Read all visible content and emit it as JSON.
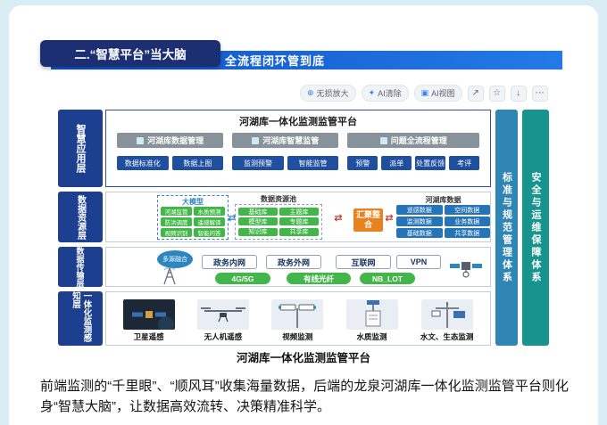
{
  "header": {
    "badge": "二.“智慧平台”当大脑",
    "banner": "全流程闭环管到底"
  },
  "toolbar": {
    "buttons": [
      "无损放大",
      "AI清除",
      "AI视图"
    ],
    "icon_names": [
      "share-icon",
      "favorite-icon",
      "download-icon",
      "more-icon"
    ]
  },
  "diagram": {
    "title": "河湖库一体化监测监管平台",
    "layers": [
      "智慧应用层",
      "数据资源层",
      "数据传输层",
      "一体化监测感知层"
    ],
    "side_bars": [
      "标准与规范管理体系",
      "安全与运维保障体系"
    ],
    "application": {
      "groups": [
        {
          "header": "河湖库数据管理",
          "buttons": [
            "数据标准化",
            "数据上图"
          ]
        },
        {
          "header": "河湖库智慧监管",
          "buttons": [
            "监测预警",
            "智能监管"
          ]
        },
        {
          "header": "问题全流程管理",
          "buttons": [
            "预警",
            "派单",
            "处置反馈",
            "考评"
          ]
        }
      ]
    },
    "resource": {
      "model_title": "大模型",
      "model_items": [
        "河湖监管",
        "水质预测",
        "防洪调度",
        "遥感解译",
        "视频识别",
        "智能问答"
      ],
      "pool_title": "数据资源池",
      "pool_items": [
        "基础库",
        "主题库",
        "模型库",
        "专题库",
        "知识库",
        "共享库"
      ],
      "merge": "汇聚整合",
      "data_title": "河湖库数据",
      "data_items": [
        "遥感数据",
        "空间数据",
        "监测数据",
        "业务数据",
        "基础数据",
        "共享数据"
      ]
    },
    "transmission": {
      "cloud": "多源融合",
      "networks": [
        "政务内网",
        "政务外网",
        "互联网",
        "VPN"
      ],
      "links": [
        "4G/5G",
        "有线光纤",
        "NB_LOT"
      ]
    },
    "perception": {
      "items": [
        "卫星遥感",
        "无人机遥感",
        "视频监测",
        "水质监测",
        "水文、生态监测"
      ]
    }
  },
  "caption": "河湖库一体化监测监管平台",
  "paragraph": "前端监测的“千里眼”、“顺风耳”收集海量数据，后端的龙泉河湖库一体化监测监管平台则化身“智慧大脑”，让数据高效流转、决策精准科学。",
  "colors": {
    "accent_blue": "#1f4f9f",
    "green": "#43b649",
    "orange": "#e8821e",
    "navy": "#1d3f8f",
    "teal": "#18948e",
    "banner_blue": "#1a66d4"
  }
}
